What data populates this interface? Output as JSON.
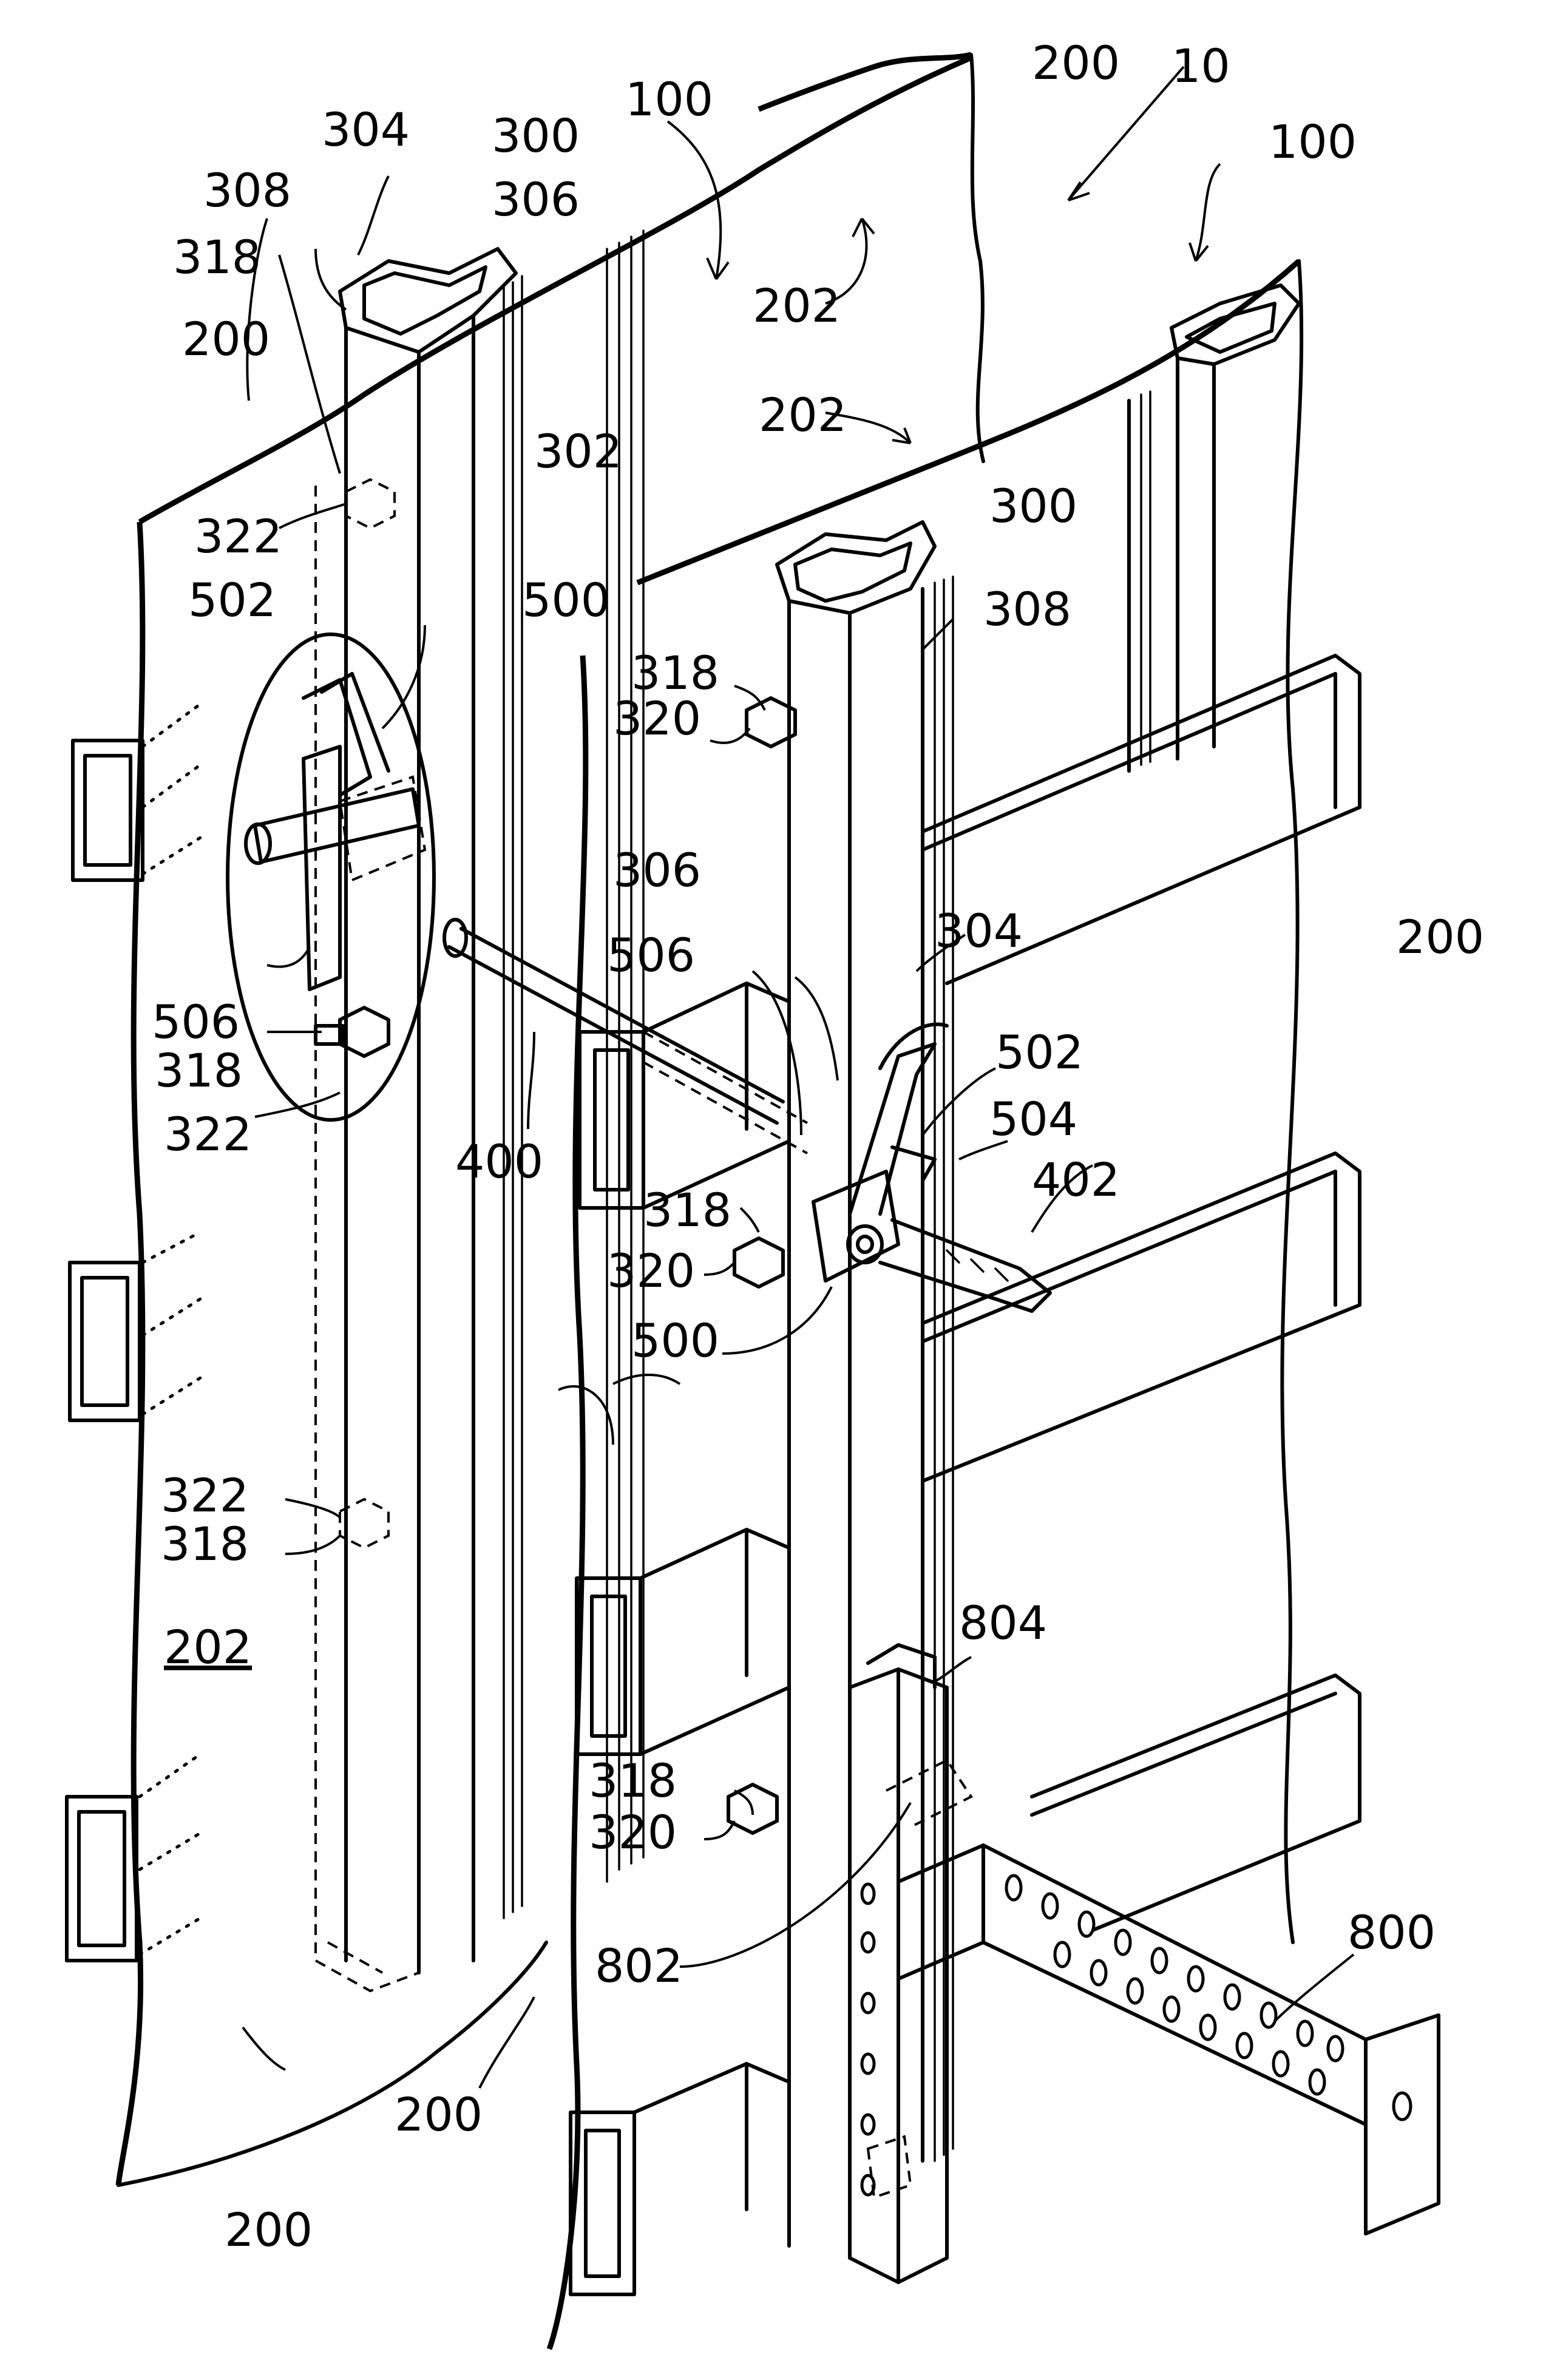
{
  "figure": {
    "labels": [
      {
        "id": "l-10",
        "text": "10"
      },
      {
        "id": "l-100-a",
        "text": "100"
      },
      {
        "id": "l-100-b",
        "text": "100"
      },
      {
        "id": "l-200-a",
        "text": "200"
      },
      {
        "id": "l-200-b",
        "text": "200"
      },
      {
        "id": "l-200-c",
        "text": "200"
      },
      {
        "id": "l-200-d",
        "text": "200"
      },
      {
        "id": "l-200-e",
        "text": "200"
      },
      {
        "id": "l-202-a",
        "text": "202"
      },
      {
        "id": "l-202-b",
        "text": "202"
      },
      {
        "id": "l-202-c",
        "text": "202"
      },
      {
        "id": "l-300-a",
        "text": "300"
      },
      {
        "id": "l-300-b",
        "text": "300"
      },
      {
        "id": "l-302",
        "text": "302"
      },
      {
        "id": "l-304-a",
        "text": "304"
      },
      {
        "id": "l-304-b",
        "text": "304"
      },
      {
        "id": "l-306-a",
        "text": "306"
      },
      {
        "id": "l-306-b",
        "text": "306"
      },
      {
        "id": "l-308-a",
        "text": "308"
      },
      {
        "id": "l-308-b",
        "text": "308"
      },
      {
        "id": "l-318-a",
        "text": "318"
      },
      {
        "id": "l-318-b",
        "text": "318"
      },
      {
        "id": "l-318-c",
        "text": "318"
      },
      {
        "id": "l-318-d",
        "text": "318"
      },
      {
        "id": "l-318-e",
        "text": "318"
      },
      {
        "id": "l-318-f",
        "text": "318"
      },
      {
        "id": "l-320-a",
        "text": "320"
      },
      {
        "id": "l-320-b",
        "text": "320"
      },
      {
        "id": "l-320-c",
        "text": "320"
      },
      {
        "id": "l-322-a",
        "text": "322"
      },
      {
        "id": "l-322-b",
        "text": "322"
      },
      {
        "id": "l-322-c",
        "text": "322"
      },
      {
        "id": "l-400",
        "text": "400"
      },
      {
        "id": "l-402",
        "text": "402"
      },
      {
        "id": "l-500-a",
        "text": "500"
      },
      {
        "id": "l-500-b",
        "text": "500"
      },
      {
        "id": "l-502-a",
        "text": "502"
      },
      {
        "id": "l-502-b",
        "text": "502"
      },
      {
        "id": "l-504",
        "text": "504"
      },
      {
        "id": "l-506-a",
        "text": "506"
      },
      {
        "id": "l-506-b",
        "text": "506"
      },
      {
        "id": "l-800",
        "text": "800"
      },
      {
        "id": "l-802",
        "text": "802"
      },
      {
        "id": "l-804",
        "text": "804"
      }
    ]
  }
}
